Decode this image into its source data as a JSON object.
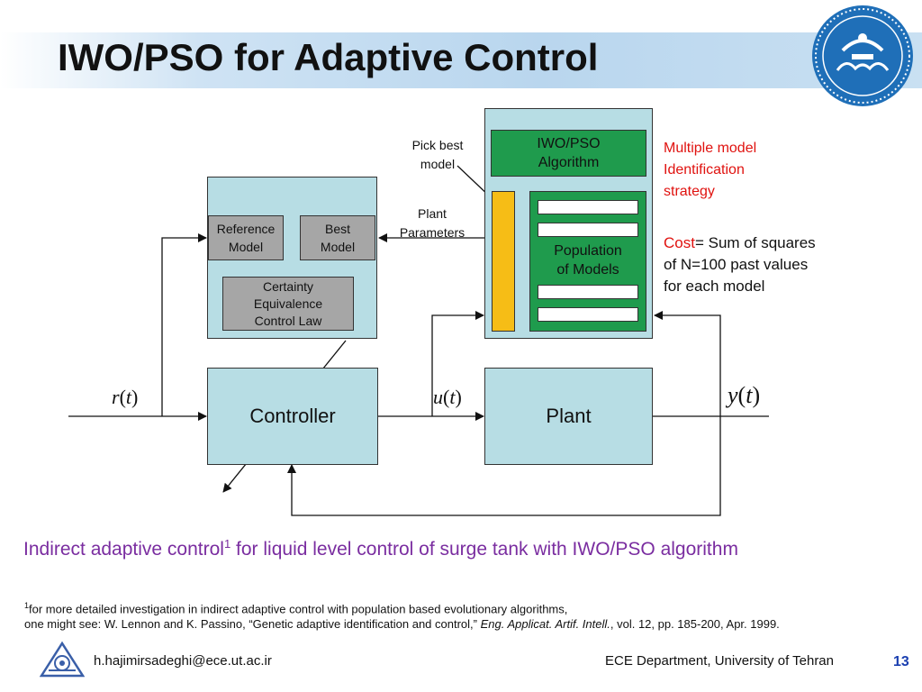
{
  "slide": {
    "title": "IWO/PSO for Adaptive Control",
    "page_number": "13"
  },
  "diagram": {
    "pick_best": "Pick best\nmodel",
    "iwo_pso": "IWO/PSO\nAlgorithm",
    "plant_params": "Plant\nParameters",
    "population": "Population\nof Models",
    "reference_model": "Reference\nModel",
    "best_model": "Best\nModel",
    "certainty": "Certainty\nEquivalence\nControl Law",
    "controller": "Controller",
    "plant": "Plant",
    "r_sym": "r",
    "u_sym": "u",
    "y_sym": "y",
    "t_sym": "t",
    "open_paren": "(",
    "close_paren": ")"
  },
  "notes": {
    "multiple_model": "Multiple model\nIdentification\nstrategy",
    "cost_word": "Cost",
    "cost_rest": "= Sum of squares\nof N=100 past values\nfor each model"
  },
  "caption": {
    "text": "Indirect adaptive control",
    "sup": "1",
    "rest": " for liquid level control of surge tank with IWO/PSO algorithm"
  },
  "footnote": {
    "sup": "1",
    "line1": "for more detailed investigation in indirect adaptive control with population based evolutionary algorithms,",
    "line2_prefix": "one might see: W. Lennon and K. Passino, “Genetic adaptive identification and control,” ",
    "line2_italic": "Eng. Applicat. Artif. Intell.",
    "line2_suffix": ", vol. 12, pp. 185-200, Apr. 1999."
  },
  "footer": {
    "email": "h.hajimirsadeghi@ece.ut.ac.ir",
    "department": "ECE Department, University of Tehran"
  },
  "colors": {
    "accent_red": "#e0120f",
    "caption_purple": "#7a2da0",
    "page_number_blue": "#1a3fb0",
    "block_fill": "#b7dde4",
    "green_fill": "#1f9b4d",
    "orange_fill": "#f6bd16"
  }
}
